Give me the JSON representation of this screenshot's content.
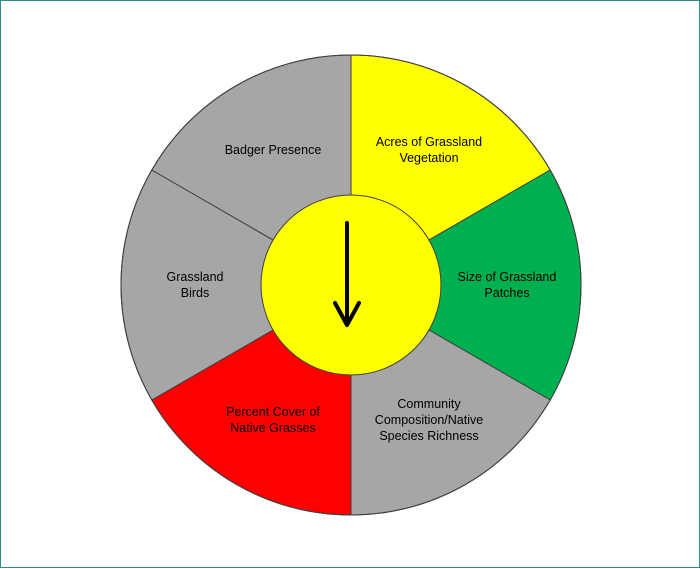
{
  "wheel": {
    "segments": [
      {
        "id": "acres",
        "lines": [
          "Acres of Grassland",
          "Vegetation"
        ],
        "status_color": "#ffff00"
      },
      {
        "id": "patches",
        "lines": [
          "Size of Grassland",
          "Patches"
        ],
        "status_color": "#00b050"
      },
      {
        "id": "community",
        "lines": [
          "Community",
          "Composition/Native",
          "Species Richness"
        ],
        "status_color": "#a6a6a6"
      },
      {
        "id": "grasses",
        "lines": [
          "Percent Cover of",
          "Native Grasses"
        ],
        "status_color": "#ff0000"
      },
      {
        "id": "birds",
        "lines": [
          "Grassland",
          "Birds"
        ],
        "status_color": "#a6a6a6"
      },
      {
        "id": "badger",
        "lines": [
          "Badger Presence"
        ],
        "status_color": "#a6a6a6"
      }
    ],
    "center": {
      "status_color": "#ffff00",
      "trend": "declining",
      "trend_icon": "down-arrow-icon"
    }
  }
}
